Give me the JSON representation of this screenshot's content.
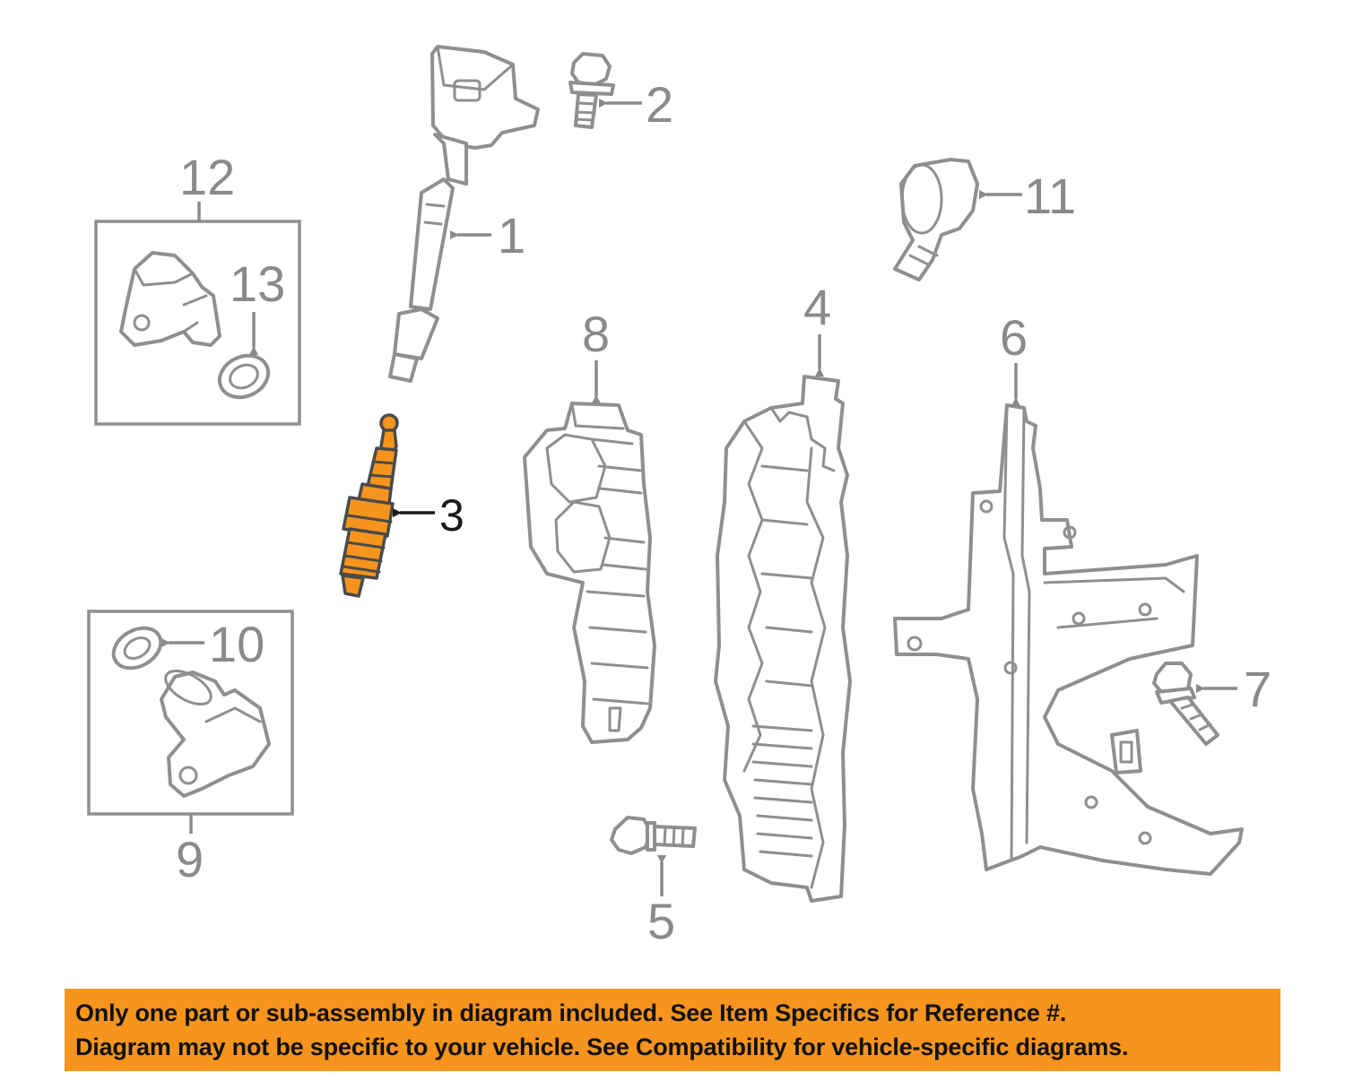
{
  "callouts": {
    "c1": "1",
    "c2": "2",
    "c3": "3",
    "c4": "4",
    "c5": "5",
    "c6": "6",
    "c7": "7",
    "c8": "8",
    "c9": "9",
    "c10": "10",
    "c11": "11",
    "c12": "12",
    "c13": "13"
  },
  "highlight_color": "#f7941e",
  "line_color": "#8f8f8f",
  "banner": {
    "line1": "Only one part or sub-assembly in diagram included. See Item Specifics for Reference #.",
    "line2": "Diagram may not be specific to your vehicle. See Compatibility for vehicle-specific diagrams."
  }
}
